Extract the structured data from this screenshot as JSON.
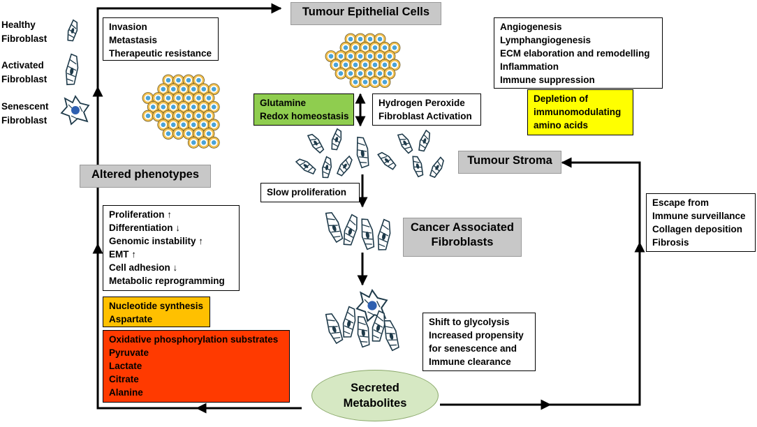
{
  "legend": {
    "healthy": [
      "Healthy",
      "Fibroblast"
    ],
    "activated": [
      "Activated",
      "Fibroblast"
    ],
    "senescent": [
      "Senescent",
      "Fibroblast"
    ]
  },
  "nodes": {
    "tumour_epithelial": "Tumour Epithelial Cells",
    "altered_phenotypes": "Altered phenotypes",
    "tumour_stroma": "Tumour Stroma",
    "caf": [
      "Cancer Associated",
      "Fibroblasts"
    ],
    "secreted": [
      "Secreted",
      "Metabolites"
    ]
  },
  "boxes": {
    "invasion": [
      "Invasion",
      "Metastasis",
      "Therapeutic resistance"
    ],
    "angiogenesis": [
      "Angiogenesis",
      "Lymphangiogenesis",
      "ECM elaboration and remodelling",
      "Inflammation",
      "Immune suppression"
    ],
    "depletion": [
      "Depletion of",
      "immunomodulating",
      "amino acids"
    ],
    "glutamine": [
      "Glutamine",
      "Redox homeostasis"
    ],
    "hydrogen": [
      "Hydrogen Peroxide",
      "Fibroblast Activation"
    ],
    "slow": [
      "Slow proliferation"
    ],
    "proliferation": [
      "Proliferation ↑",
      "Differentiation ↓",
      "Genomic instability ↑",
      "EMT ↑",
      "Cell adhesion ↓",
      "Metabolic reprogramming"
    ],
    "nucleotide": [
      "Nucleotide synthesis",
      "Aspartate"
    ],
    "oxidative": [
      "Oxidative phosphorylation substrates",
      "Pyruvate",
      "Lactate",
      "Citrate",
      "Alanine"
    ],
    "escape": [
      "Escape from",
      "Immune surveillance",
      "Collagen deposition",
      "Fibrosis"
    ],
    "glycolysis": [
      "Shift to glycolysis",
      "Increased propensity",
      "for senescence and",
      "Immune clearance"
    ]
  },
  "colors": {
    "green": "#8fcd4f",
    "yellow": "#ffff00",
    "orange": "#ffc000",
    "red": "#ff3a00",
    "gray": "#c8c8c8",
    "ellipse": "#d6e8c3",
    "cell_outer": "#f2c04e",
    "cell_nucleus": "#4aa3d8",
    "fibroblast": "#1e3a4a",
    "senescent_nucleus": "#2e5fb0"
  },
  "icons": [
    "healthy-fibroblast-icon",
    "activated-fibroblast-icon",
    "senescent-fibroblast-icon",
    "tumour-cell-cluster-icon",
    "fibroblast-group-icon"
  ]
}
